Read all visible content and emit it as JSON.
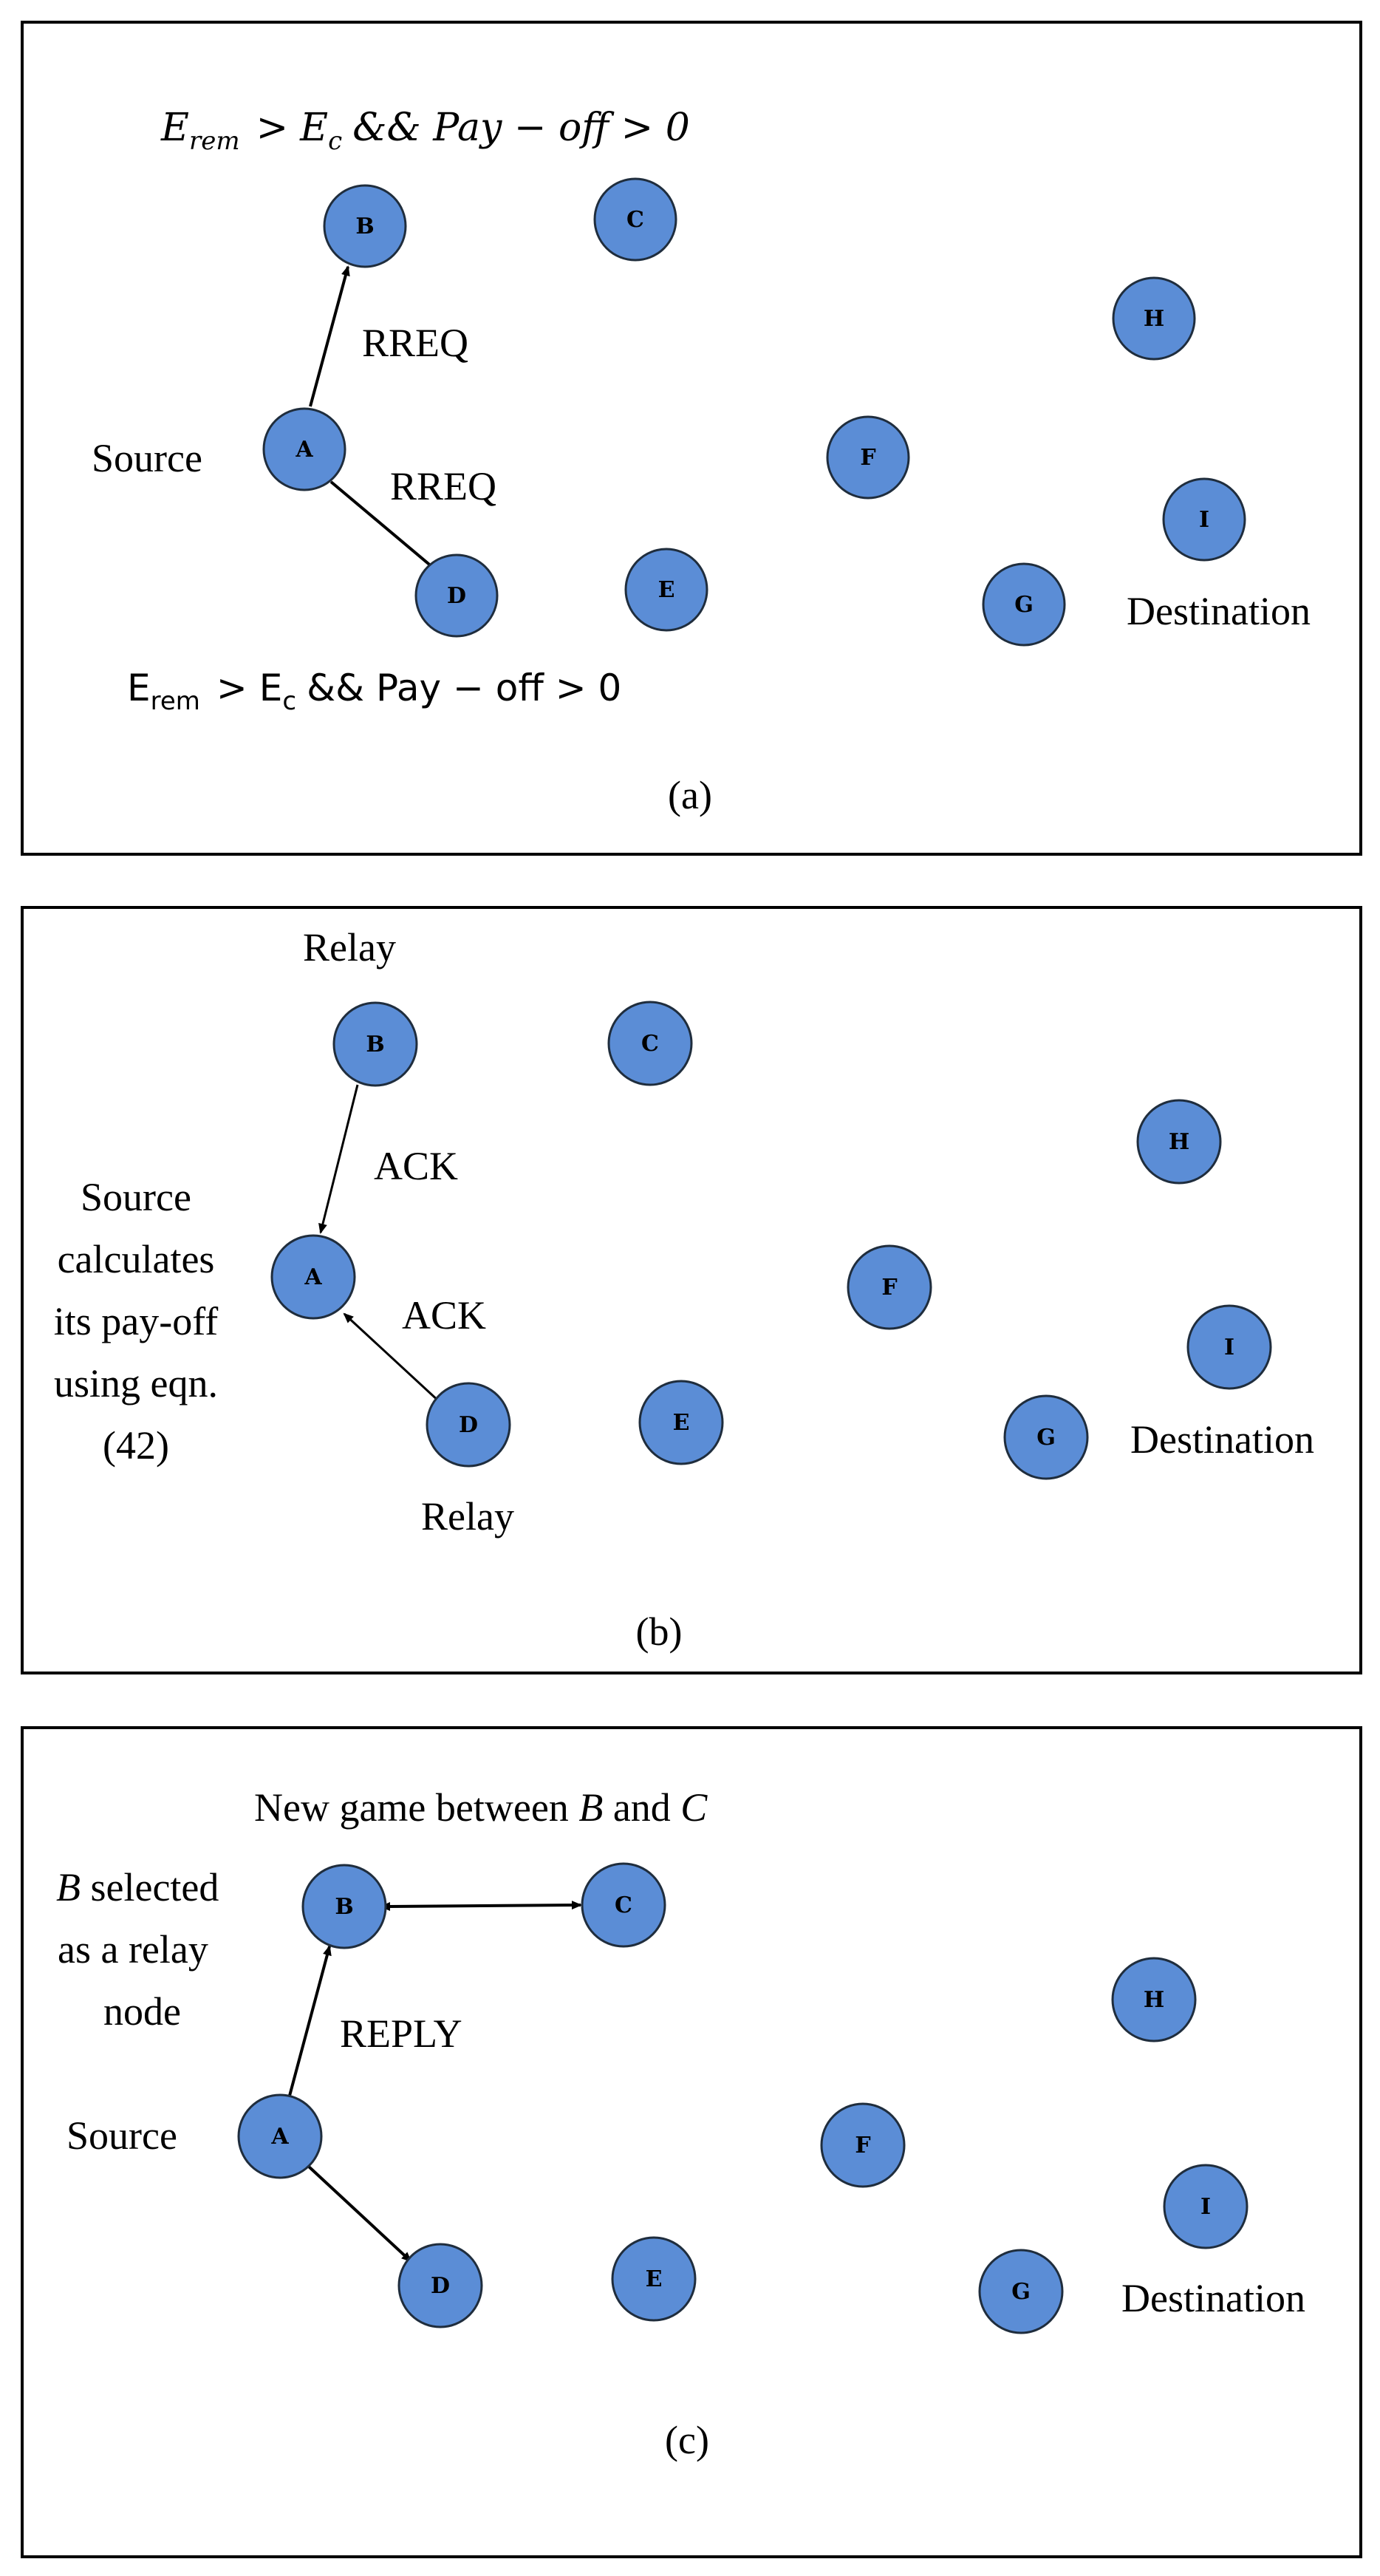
{
  "panel_a": {
    "nodes": [
      "A",
      "B",
      "C",
      "D",
      "E",
      "F",
      "G",
      "H",
      "I"
    ],
    "source_label": "Source",
    "destination_label": "Destination",
    "edge_label_ab": "RREQ",
    "edge_label_ad": "RREQ",
    "condition_top": {
      "e": "E",
      "rem": "rem",
      "gt": ">",
      "ec": "E",
      "c": "c",
      "rest": "&& Pay − off > 0"
    },
    "condition_bottom": {
      "e": "E",
      "rem": "rem",
      "gt": ">",
      "ec": "E",
      "c": "c",
      "rest": "&& Pay − off > 0"
    },
    "caption": "(a)"
  },
  "panel_b": {
    "nodes": [
      "A",
      "B",
      "C",
      "D",
      "E",
      "F",
      "G",
      "H",
      "I"
    ],
    "relay_top_label": "Relay",
    "relay_bottom_label": "Relay",
    "edge_label_ba": "ACK",
    "edge_label_da": "ACK",
    "source_note": [
      "Source",
      "calculates",
      "its pay-off",
      "using eqn.",
      "(42)"
    ],
    "destination_label": "Destination",
    "caption": "(b)"
  },
  "panel_c": {
    "nodes": [
      "A",
      "B",
      "C",
      "D",
      "E",
      "F",
      "G",
      "H",
      "I"
    ],
    "game_label": {
      "prefix": "New game between ",
      "b": "B",
      "middle": " and ",
      "c": "C"
    },
    "selected_note": {
      "b": "B",
      "line1_rest": " selected",
      "line2": "as a relay",
      "line3": "node"
    },
    "edge_label_ab": "REPLY",
    "source_label": "Source",
    "destination_label": "Destination",
    "caption": "(c)"
  }
}
